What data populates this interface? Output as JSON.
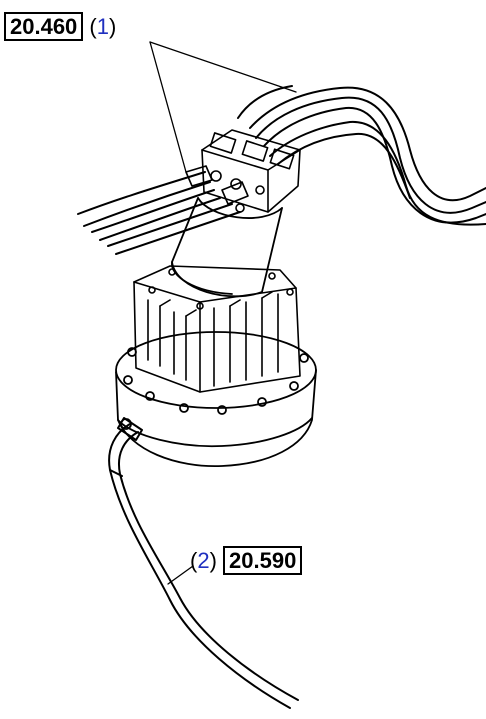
{
  "callouts": [
    {
      "ref": "20.460",
      "open": "(",
      "num": "1",
      "close": ")",
      "num_color": "#1f2fbf"
    },
    {
      "ref": "20.590",
      "open": "(",
      "num": "2",
      "close": ")",
      "num_color": "#1f2fbf"
    }
  ]
}
